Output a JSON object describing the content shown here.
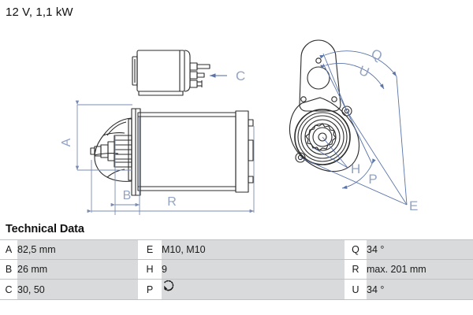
{
  "product": {
    "title": "12 V, 1,1 kW"
  },
  "technical_data": {
    "heading": "Technical Data",
    "rows": [
      {
        "k1": "A",
        "v1": "82,5 mm",
        "k2": "E",
        "v2": "M10, M10",
        "k3": "Q",
        "v3": "34 °"
      },
      {
        "k1": "B",
        "v1": "26 mm",
        "k2": "H",
        "v2": "9",
        "k3": "R",
        "v3": "max. 201 mm"
      },
      {
        "k1": "C",
        "v1": "30, 50",
        "k2": "P",
        "v2": "",
        "k3": "U",
        "v3": "34 °"
      }
    ],
    "p_value_icon": "clockwise-rotation-icon"
  },
  "drawing": {
    "side_view": {
      "name": "starter-motor-side-view",
      "dimension_labels": [
        {
          "label": "A",
          "meaning": "pinion-flange-diameter"
        },
        {
          "label": "B",
          "meaning": "pinion-protrusion"
        },
        {
          "label": "C",
          "meaning": "terminal-callout"
        },
        {
          "label": "R",
          "meaning": "overall-length"
        }
      ],
      "arrow_icon": "leftward-arrow-icon"
    },
    "end_view": {
      "name": "starter-motor-flange-end-view",
      "dimension_labels": [
        {
          "label": "Q",
          "meaning": "angle-q"
        },
        {
          "label": "U",
          "meaning": "angle-u"
        },
        {
          "label": "P",
          "meaning": "angle-p"
        },
        {
          "label": "H",
          "meaning": "teeth-reference"
        },
        {
          "label": "E",
          "meaning": "mounting-bolts-reference"
        }
      ]
    }
  },
  "colors": {
    "dimension_blue": "#7a8cb4",
    "dimension_label_blue": "#93a3c4",
    "outline_dark": "#2b2b2b",
    "table_value_bg": "#d9dadb",
    "table_rule": "#c0c2c4",
    "page_bg": "#ffffff"
  }
}
